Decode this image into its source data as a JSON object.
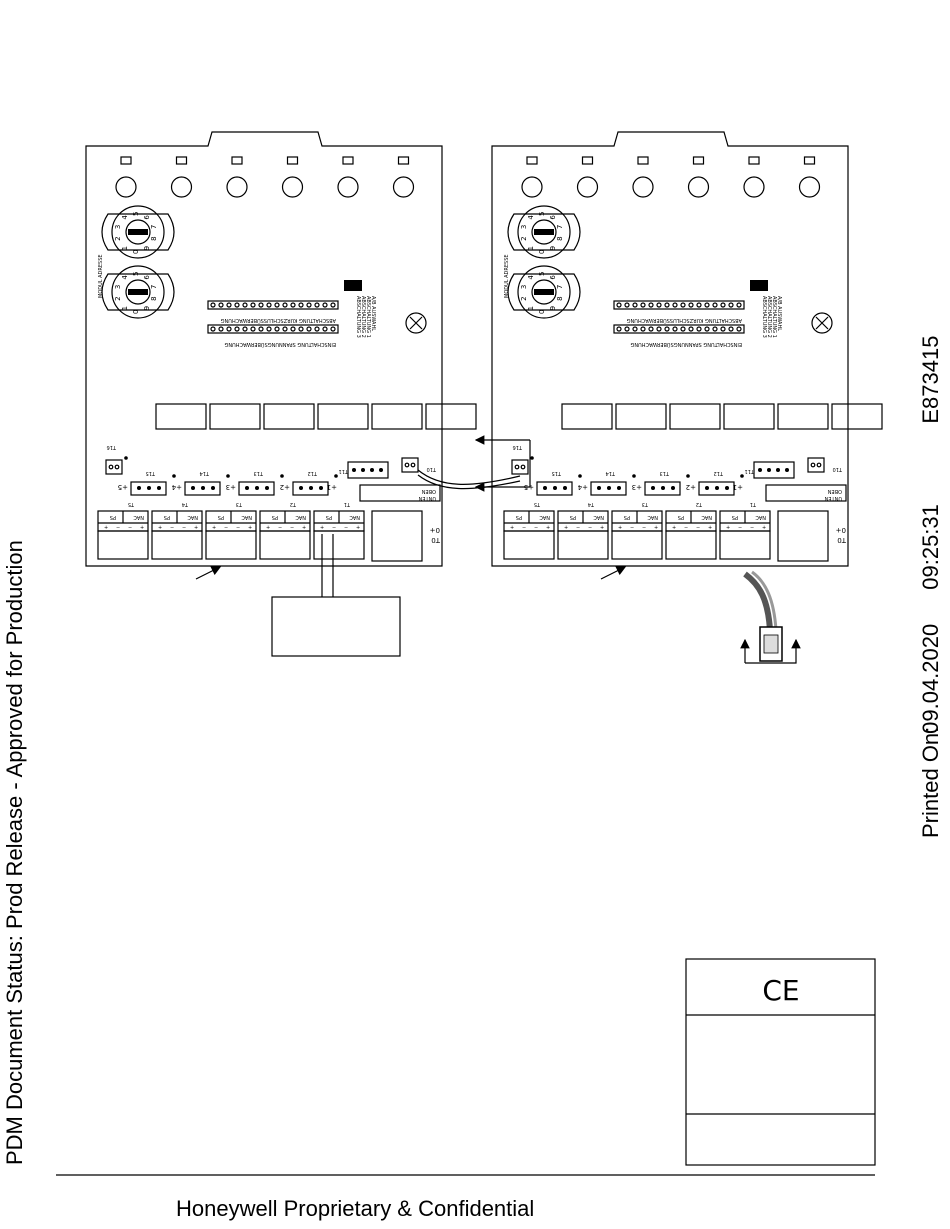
{
  "side_text": {
    "status": "PDM Document Status: Prod Release - Approved for Production",
    "printed_label": "Printed On:",
    "printed_date": "09.04.2020",
    "printed_time": "09:25:31",
    "doc_number": "E873415"
  },
  "footer": "Honeywell Proprietary & Confidential",
  "board": {
    "address_label": "MODUL ADRESSE",
    "header_label_1": "ABSCHALTUNG KURZSCHLUSSÜBERWACHUNG",
    "header_label_2": "EINSCHALTUNG SPANNUNGSÜBERWACHUNG",
    "selector_labels": [
      "A/B AUSWAHL",
      "ABSCHALTUNG 1",
      "ABSCHALTUNG 2",
      "ABSCHALTUNG 3"
    ],
    "dial_digits": [
      "0",
      "1",
      "2",
      "3",
      "4",
      "5",
      "6",
      "7",
      "8",
      "9"
    ],
    "terminals": [
      "T1",
      "T2",
      "T3",
      "T4",
      "T5"
    ],
    "terminal_codes": [
      "T11",
      "T12",
      "T13",
      "T14",
      "T15",
      "T16",
      "T10"
    ],
    "plus_labels": [
      "+1",
      "+2",
      "+3",
      "+4",
      "+5"
    ],
    "terminal_box_labels": [
      "PS",
      "NAC"
    ],
    "polarity": [
      "+",
      "−",
      "−",
      "+"
    ],
    "t0_label": "T0",
    "t0_plus": "0+",
    "oben_labels": [
      "OBEN",
      "UNTEN"
    ]
  },
  "ce_mark": "CE"
}
